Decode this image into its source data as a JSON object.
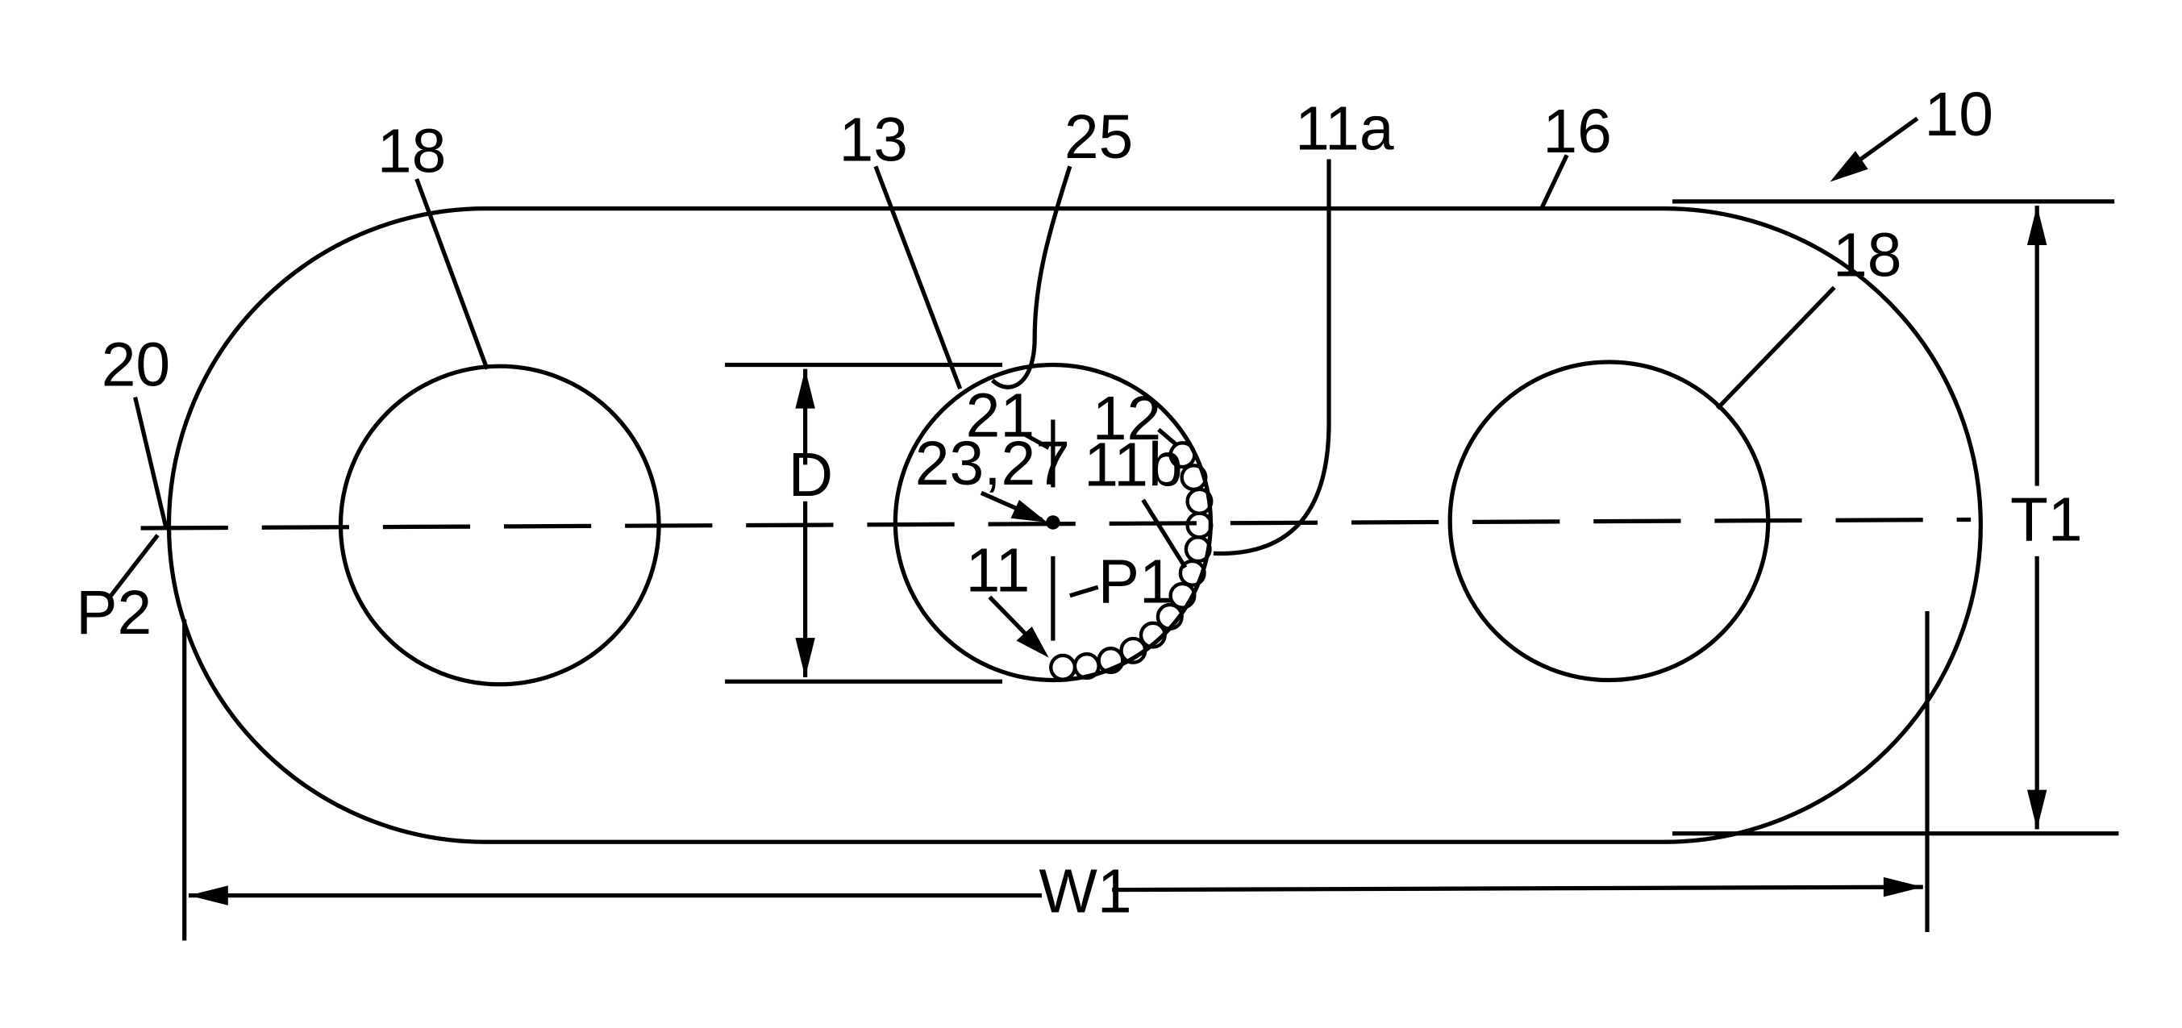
{
  "figure": {
    "labels": {
      "ref_10": "10",
      "ref_16": "16",
      "ref_18_left": "18",
      "ref_18_right": "18",
      "ref_20": "20",
      "ref_p2": "P2",
      "ref_13": "13",
      "ref_25": "25",
      "ref_11a": "11a",
      "ref_12": "12",
      "ref_11b": "11b",
      "ref_21": "21",
      "ref_23_27": "23,27",
      "ref_p1": "P1",
      "ref_11": "11",
      "dim_d": "D",
      "dim_t1": "T1",
      "dim_w1": "W1"
    }
  }
}
